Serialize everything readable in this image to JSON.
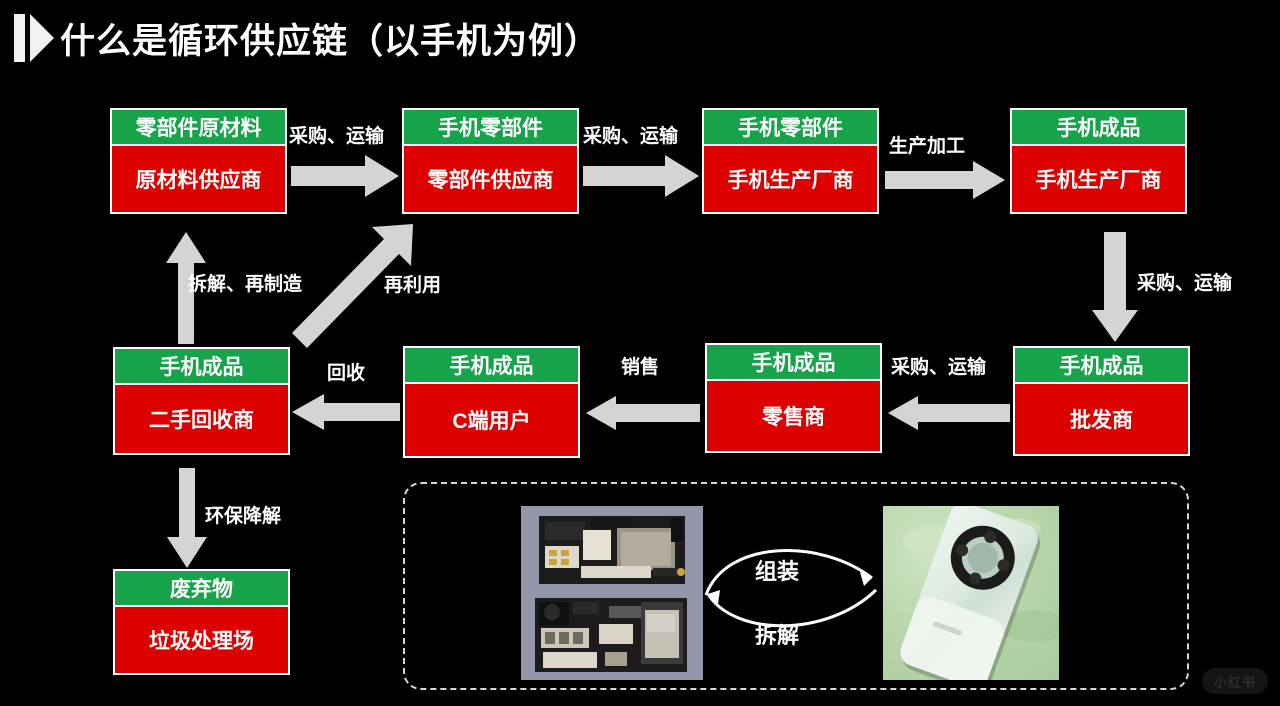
{
  "page": {
    "title": "什么是循环供应链（以手机为例）",
    "icon": "play-bar-icon",
    "background_color": "#000000",
    "accent_green": "#16a34a",
    "accent_red": "#dc0000",
    "arrow_color": "#d4d4d4"
  },
  "nodes": [
    {
      "id": "raw-material-supplier",
      "head": "零部件原材料",
      "body": "原材料供应商"
    },
    {
      "id": "parts-supplier",
      "head": "手机零部件",
      "body": "零部件供应商"
    },
    {
      "id": "phone-manufacturer-in",
      "head": "手机零部件",
      "body": "手机生产厂商"
    },
    {
      "id": "phone-manufacturer-out",
      "head": "手机成品",
      "body": "手机生产厂商"
    },
    {
      "id": "wholesaler",
      "head": "手机成品",
      "body": "批发商"
    },
    {
      "id": "retailer",
      "head": "手机成品",
      "body": "零售商"
    },
    {
      "id": "consumer",
      "head": "手机成品",
      "body": "C端用户"
    },
    {
      "id": "second-hand-recycler",
      "head": "手机成品",
      "body": "二手回收商"
    },
    {
      "id": "waste-disposal",
      "head": "废弃物",
      "body": "垃圾处理场"
    }
  ],
  "arrows": [
    {
      "id": "raw-to-parts",
      "label": "采购、运输",
      "direction": "right"
    },
    {
      "id": "parts-to-maker",
      "label": "采购、运输",
      "direction": "right"
    },
    {
      "id": "maker-to-finished",
      "label": "生产加工",
      "direction": "right"
    },
    {
      "id": "finished-to-wholesale",
      "label": "采购、运输",
      "direction": "down"
    },
    {
      "id": "wholesale-to-retail",
      "label": "采购、运输",
      "direction": "left"
    },
    {
      "id": "retail-to-consumer",
      "label": "销售",
      "direction": "left"
    },
    {
      "id": "consumer-to-recycler",
      "label": "回收",
      "direction": "left"
    },
    {
      "id": "recycler-to-raw",
      "label": "拆解、再制造",
      "direction": "up"
    },
    {
      "id": "recycler-to-parts",
      "label": "再利用",
      "direction": "up-right"
    },
    {
      "id": "recycler-to-waste",
      "label": "环保降解",
      "direction": "down"
    }
  ],
  "panel": {
    "id": "assembly-panel",
    "curve_labels": [
      "组装",
      "拆解"
    ],
    "images": [
      {
        "id": "pcb-photo",
        "alt": "手机主板拆解照片"
      },
      {
        "id": "phone-photo",
        "alt": "手机成品照片"
      }
    ]
  },
  "watermark": {
    "text": "小红书"
  }
}
